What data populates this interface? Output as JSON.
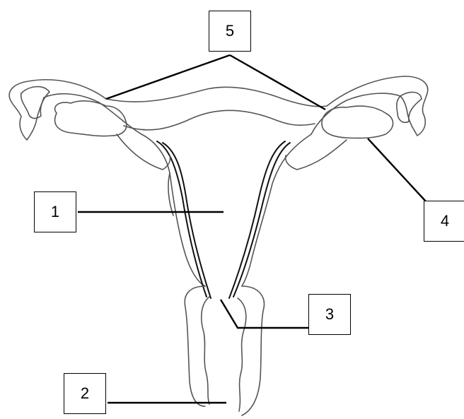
{
  "labels": {
    "one": "1",
    "two": "2",
    "three": "3",
    "four": "4",
    "five": "5"
  },
  "colors": {
    "outline": "#555555",
    "canal": "#111111",
    "leader": "#000000",
    "background": "#ffffff"
  }
}
